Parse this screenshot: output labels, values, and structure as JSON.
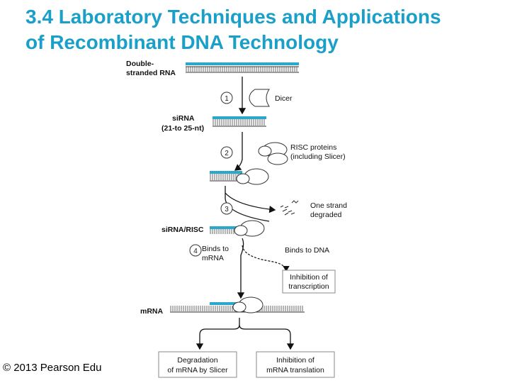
{
  "slide": {
    "title_line1": "3.4 Laboratory Techniques and Applications",
    "title_line2": "of Recombinant DNA Technology",
    "footer": "© 2013 Pearson Edu"
  },
  "diagram": {
    "labels": {
      "dsrna_1": "Double-",
      "dsrna_2": "stranded RNA",
      "dicer": "Dicer",
      "sirna": "siRNA",
      "sirna_len": "(21-to 25-nt)",
      "risc_1": "RISC proteins",
      "risc_2": "(including Slicer)",
      "one_strand_1": "One strand",
      "one_strand_2": "degraded",
      "sirna_risc": "siRNA/RISC",
      "binds_mrna_1": "Binds to",
      "binds_mrna_2": "mRNA",
      "binds_dna": "Binds to DNA",
      "mrna": "mRNA"
    },
    "steps": [
      "1",
      "2",
      "3",
      "4"
    ],
    "boxes": {
      "inhibit_tx_1": "Inhibition of",
      "inhibit_tx_2": "transcription",
      "degrade_1": "Degradation",
      "degrade_2": "of mRNA by Slicer",
      "inhibit_tl_1": "Inhibition of",
      "inhibit_tl_2": "mRNA translation"
    }
  },
  "colors": {
    "title": "#1aa0c8",
    "rna": "#2aa7cc",
    "ink": "#111111"
  }
}
